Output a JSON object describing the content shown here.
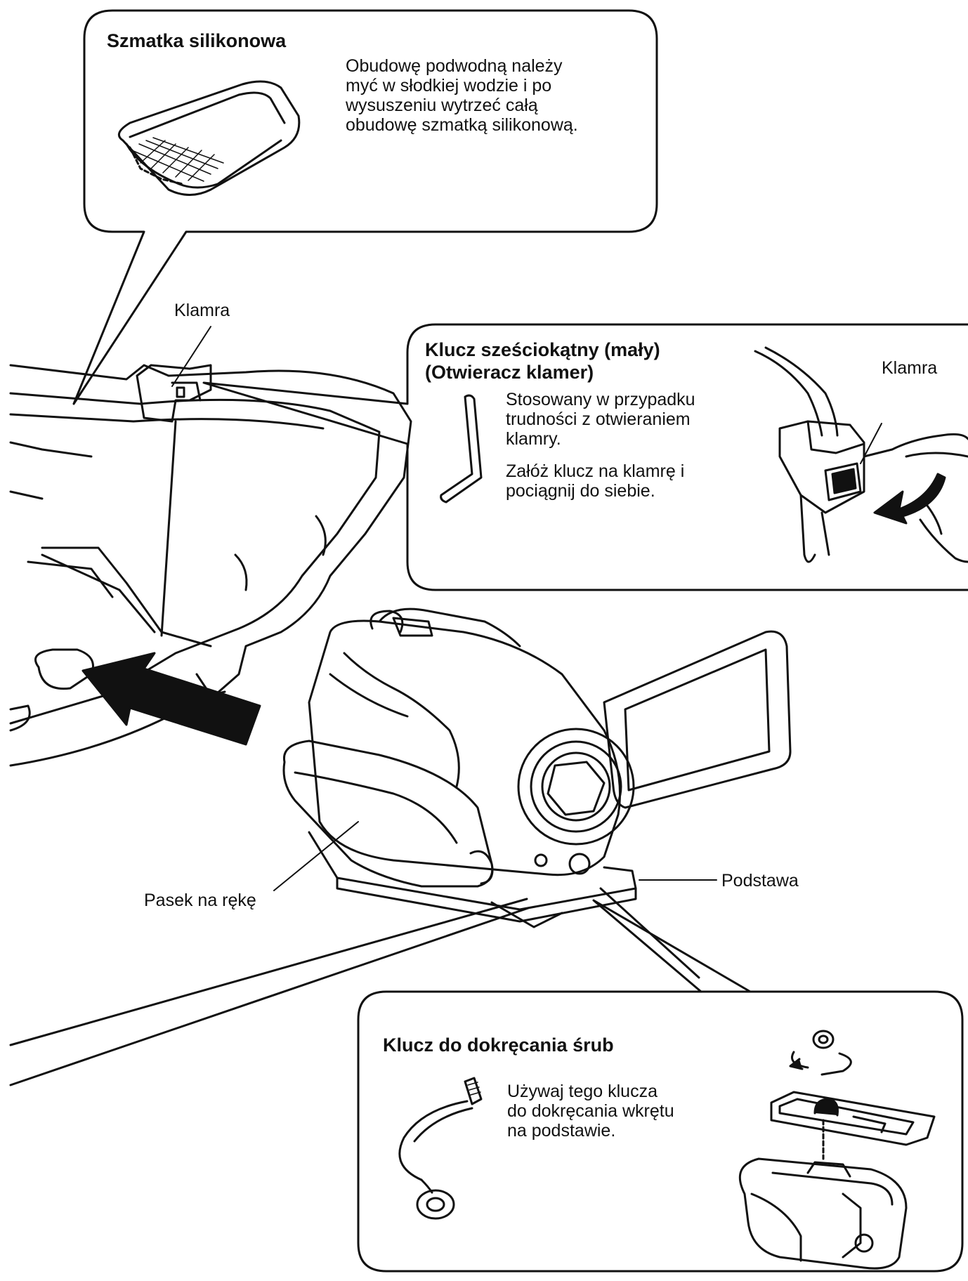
{
  "callouts": {
    "silicone_cloth": {
      "title": "Szmatka silikonowa",
      "text": "Obudowę podwodną należy\nmyć w słodkiej wodzie i po\nwysuszeniu wytrzeć całą\nobudowę szmatką silikonową."
    },
    "hex_key": {
      "title_line1": "Klucz sześciokątny (mały)",
      "title_line2": "(Otwieracz klamer)",
      "text1": "Stosowany w przypadku\ntrudności z otwieraniem\nklamry.",
      "text2": "Załóż klucz na klamrę i\npociągnij do siebie.",
      "inset_label": "Klamra"
    },
    "screw_key": {
      "title": "Klucz do dokręcania śrub",
      "text": "Używaj tego klucza\ndo dokręcania wkrętu\nna podstawie."
    }
  },
  "labels": {
    "clasp": "Klamra",
    "hand_strap": "Pasek na rękę",
    "base": "Podstawa"
  },
  "icons": [
    "silicone-cloth-icon",
    "hex-key-icon",
    "screw-key-icon",
    "insertion-arrow-icon",
    "rotation-arrow-icon"
  ],
  "colors": {
    "line": "#111111",
    "background": "#ffffff"
  }
}
